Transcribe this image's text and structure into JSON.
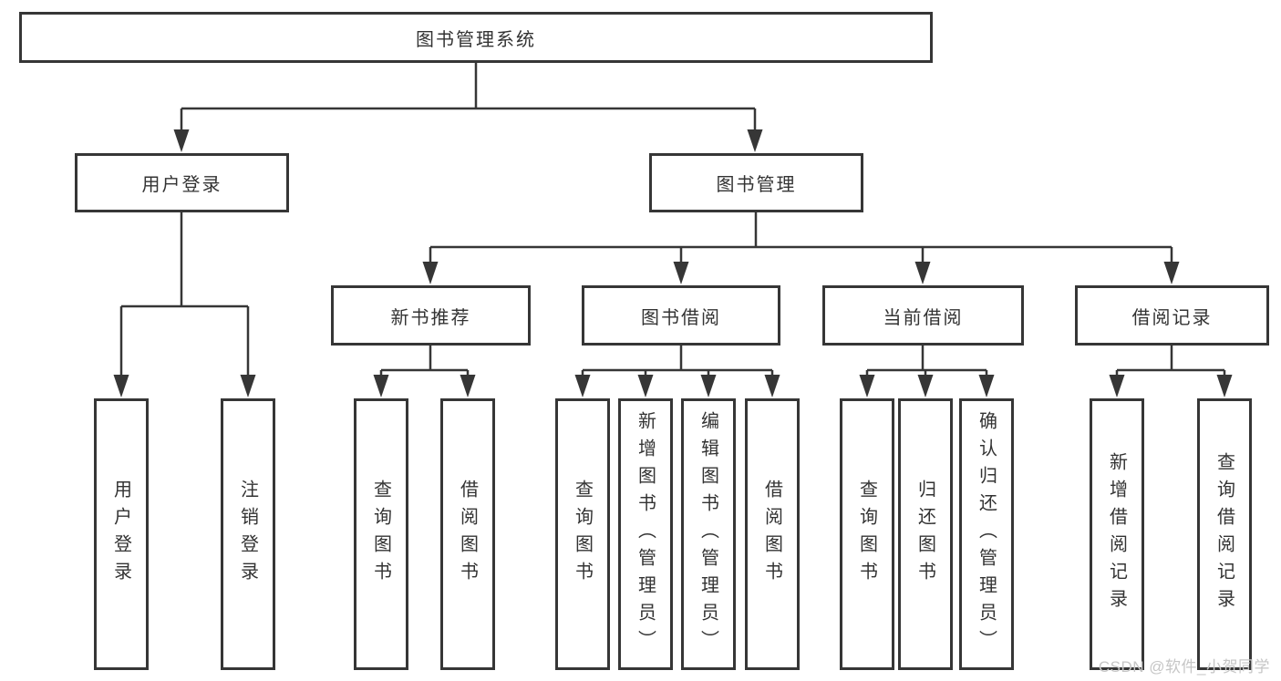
{
  "diagram": {
    "type": "hierarchy-tree",
    "tree": {
      "label": "图书管理系统",
      "children": [
        {
          "label": "用户登录",
          "children": [
            {
              "label": "用户登录"
            },
            {
              "label": "注销登录"
            }
          ]
        },
        {
          "label": "图书管理",
          "children": [
            {
              "label": "新书推荐",
              "children": [
                {
                  "label": "查询图书"
                },
                {
                  "label": "借阅图书"
                }
              ]
            },
            {
              "label": "图书借阅",
              "children": [
                {
                  "label": "查询图书"
                },
                {
                  "label": "新增图书（管理员）"
                },
                {
                  "label": "编辑图书（管理员）"
                },
                {
                  "label": "借阅图书"
                }
              ]
            },
            {
              "label": "当前借阅",
              "children": [
                {
                  "label": "查询图书"
                },
                {
                  "label": "归还图书"
                },
                {
                  "label": "确认归还（管理员）"
                }
              ]
            },
            {
              "label": "借阅记录",
              "children": [
                {
                  "label": "新增借阅记录"
                },
                {
                  "label": "查询借阅记录"
                }
              ]
            }
          ]
        }
      ]
    }
  },
  "watermark": "CSDN @软件_小贺同学",
  "colors": {
    "line": "#363636",
    "box_border": "#363636",
    "text": "#333333",
    "background": "#ffffff",
    "watermark": "#c6c6c6"
  }
}
